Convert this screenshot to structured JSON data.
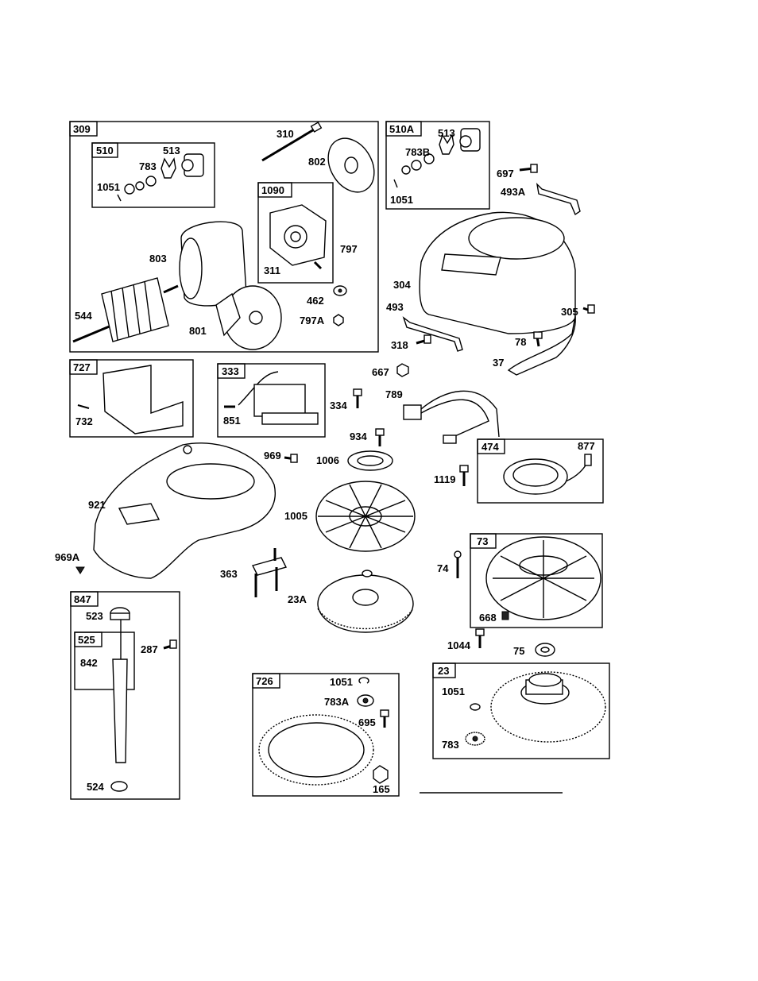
{
  "groups": [
    {
      "id": "309",
      "label": "309"
    },
    {
      "id": "510",
      "label": "510"
    },
    {
      "id": "1090",
      "label": "1090"
    },
    {
      "id": "510A",
      "label": "510A"
    },
    {
      "id": "727",
      "label": "727"
    },
    {
      "id": "333",
      "label": "333"
    },
    {
      "id": "474",
      "label": "474"
    },
    {
      "id": "73",
      "label": "73"
    },
    {
      "id": "847",
      "label": "847"
    },
    {
      "id": "525",
      "label": "525"
    },
    {
      "id": "726",
      "label": "726"
    },
    {
      "id": "23",
      "label": "23"
    }
  ],
  "parts": [
    {
      "id": "p310",
      "label": "310"
    },
    {
      "id": "p513a",
      "label": "513"
    },
    {
      "id": "p783",
      "label": "783"
    },
    {
      "id": "p1051a",
      "label": "1051"
    },
    {
      "id": "p802",
      "label": "802"
    },
    {
      "id": "p797",
      "label": "797"
    },
    {
      "id": "p311",
      "label": "311"
    },
    {
      "id": "p803",
      "label": "803"
    },
    {
      "id": "p544",
      "label": "544"
    },
    {
      "id": "p801",
      "label": "801"
    },
    {
      "id": "p462",
      "label": "462"
    },
    {
      "id": "p797A",
      "label": "797A"
    },
    {
      "id": "p513b",
      "label": "513"
    },
    {
      "id": "p783B",
      "label": "783B"
    },
    {
      "id": "p1051b",
      "label": "1051"
    },
    {
      "id": "p697",
      "label": "697"
    },
    {
      "id": "p493A",
      "label": "493A"
    },
    {
      "id": "p304",
      "label": "304"
    },
    {
      "id": "p493",
      "label": "493"
    },
    {
      "id": "p305",
      "label": "305"
    },
    {
      "id": "p318",
      "label": "318"
    },
    {
      "id": "p78",
      "label": "78"
    },
    {
      "id": "p37",
      "label": "37"
    },
    {
      "id": "p732",
      "label": "732"
    },
    {
      "id": "p851",
      "label": "851"
    },
    {
      "id": "p334",
      "label": "334"
    },
    {
      "id": "p667",
      "label": "667"
    },
    {
      "id": "p789",
      "label": "789"
    },
    {
      "id": "p934",
      "label": "934"
    },
    {
      "id": "p969",
      "label": "969"
    },
    {
      "id": "p1006",
      "label": "1006"
    },
    {
      "id": "p877",
      "label": "877"
    },
    {
      "id": "p1119",
      "label": "1119"
    },
    {
      "id": "p921",
      "label": "921"
    },
    {
      "id": "p1005",
      "label": "1005"
    },
    {
      "id": "p969A",
      "label": "969A"
    },
    {
      "id": "p363",
      "label": "363"
    },
    {
      "id": "p23A",
      "label": "23A"
    },
    {
      "id": "p74",
      "label": "74"
    },
    {
      "id": "p668",
      "label": "668"
    },
    {
      "id": "p1044",
      "label": "1044"
    },
    {
      "id": "p75",
      "label": "75"
    },
    {
      "id": "p523",
      "label": "523"
    },
    {
      "id": "p842",
      "label": "842"
    },
    {
      "id": "p287",
      "label": "287"
    },
    {
      "id": "p524",
      "label": "524"
    },
    {
      "id": "p1051c",
      "label": "1051"
    },
    {
      "id": "p783A",
      "label": "783A"
    },
    {
      "id": "p695",
      "label": "695"
    },
    {
      "id": "p165",
      "label": "165"
    },
    {
      "id": "p1051d",
      "label": "1051"
    },
    {
      "id": "p783c",
      "label": "783"
    }
  ]
}
